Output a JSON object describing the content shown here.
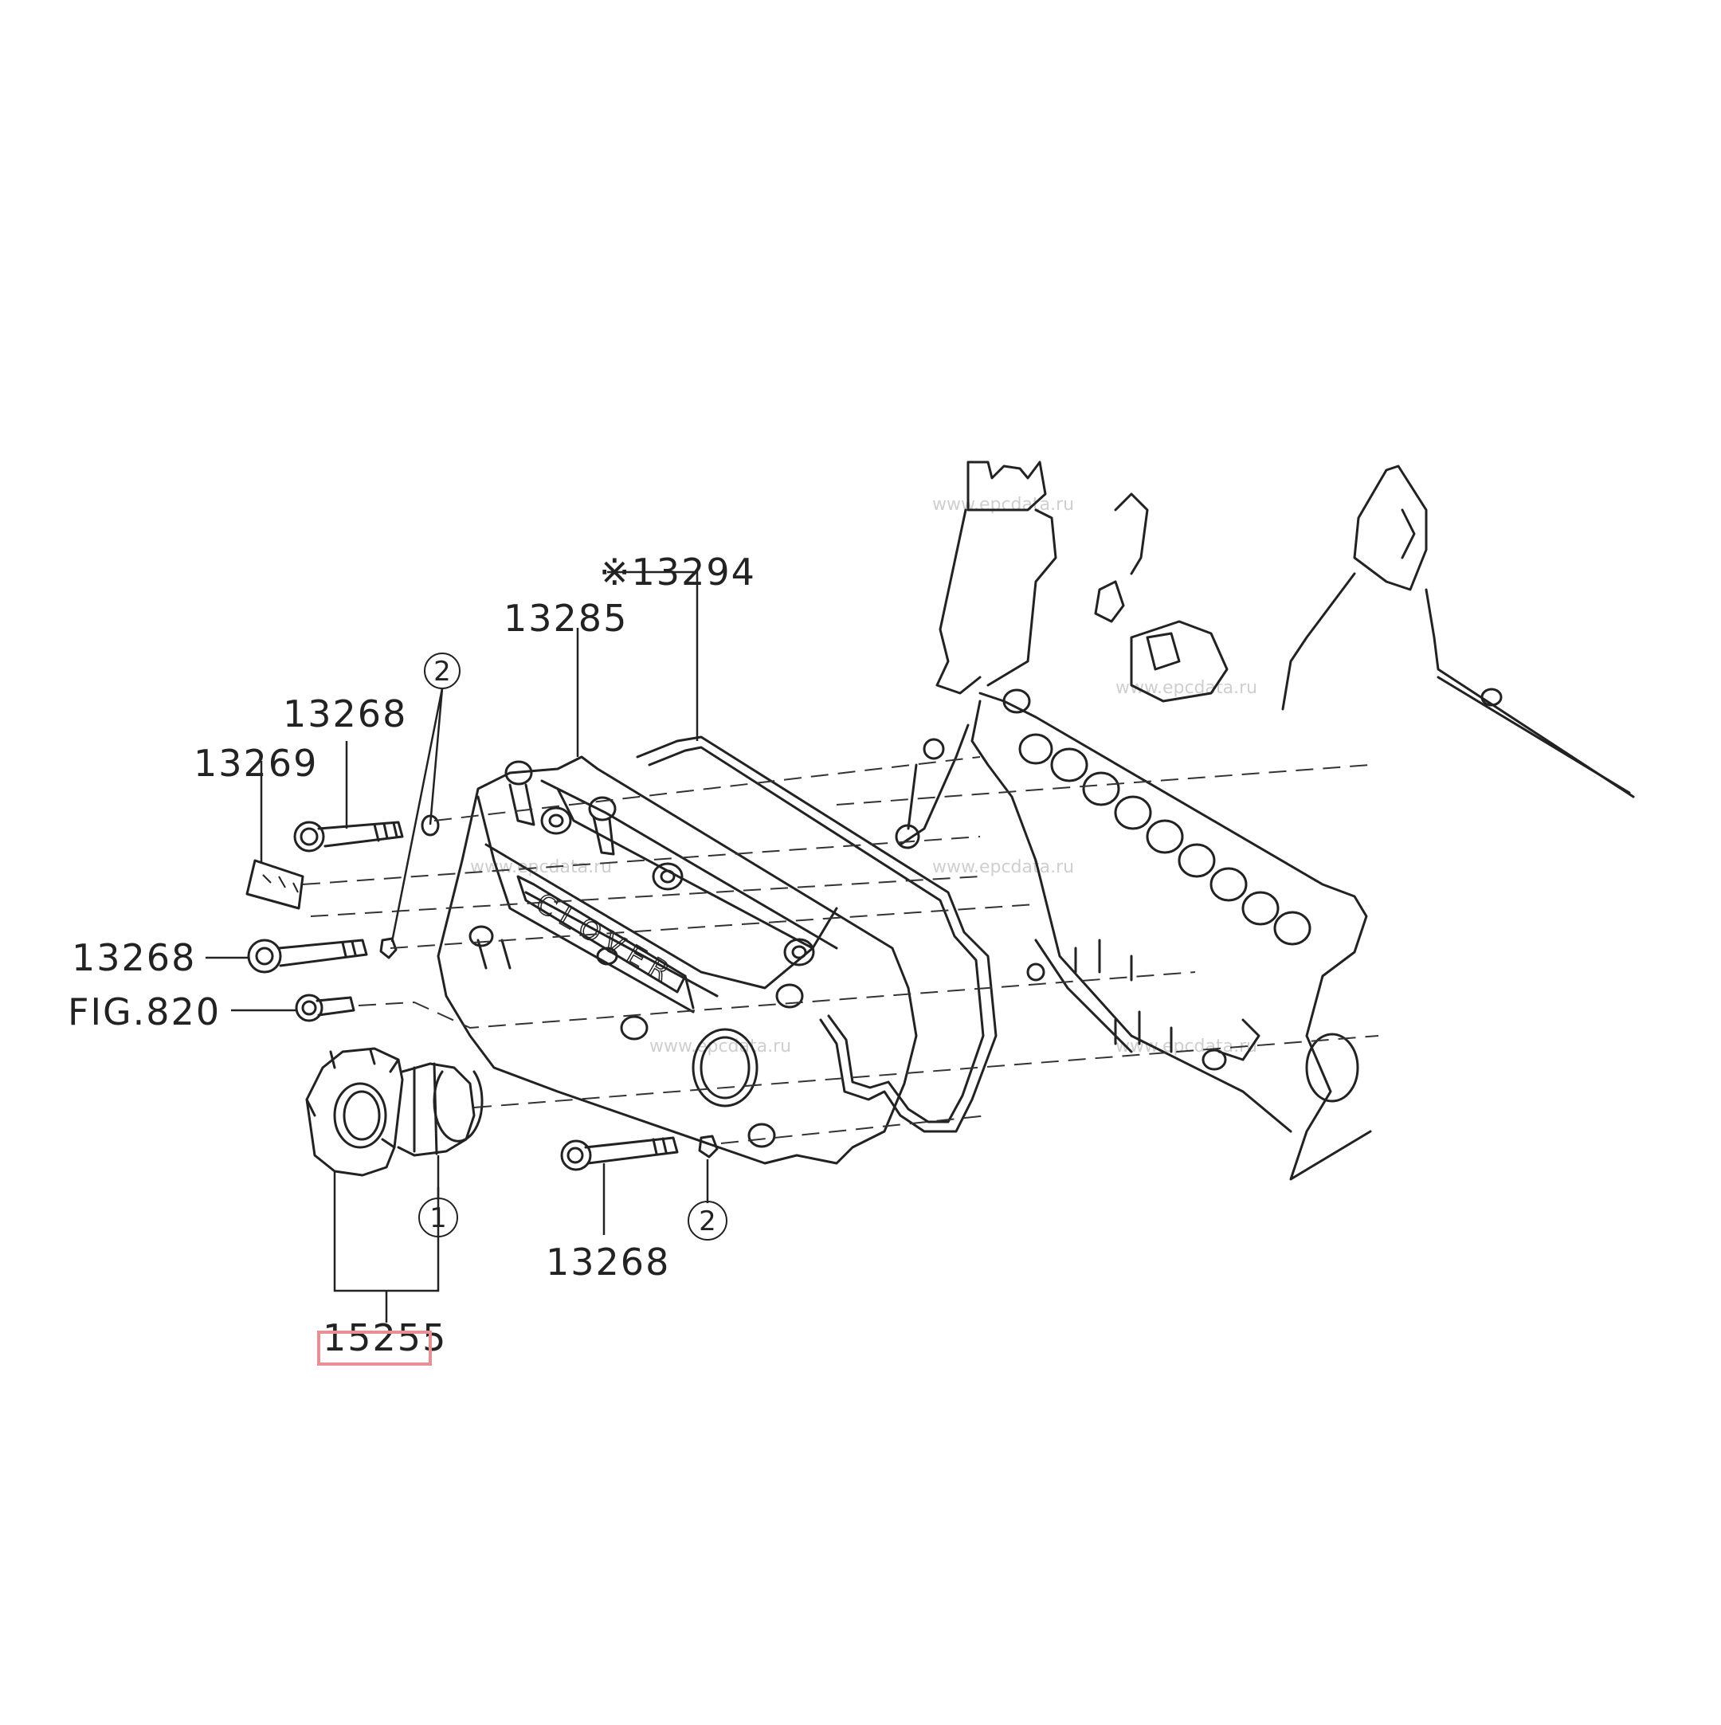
{
  "callouts": {
    "c13294": "※13294",
    "c13285": "13285",
    "c13268_top": "13268",
    "c13269": "13269",
    "c13268_mid": "13268",
    "fig820": "FIG.820",
    "c13268_bottom": "13268",
    "c15255": "15255",
    "circle2_top": "2",
    "circle1": "1",
    "circle2_bottom": "2"
  },
  "cover_text": "CLOVER",
  "watermark": "www.epcdata.ru",
  "colors": {
    "line": "#222222",
    "highlight_box": "#e88f94",
    "watermark": "#cfcfcf"
  },
  "highlighted_part": "15255"
}
